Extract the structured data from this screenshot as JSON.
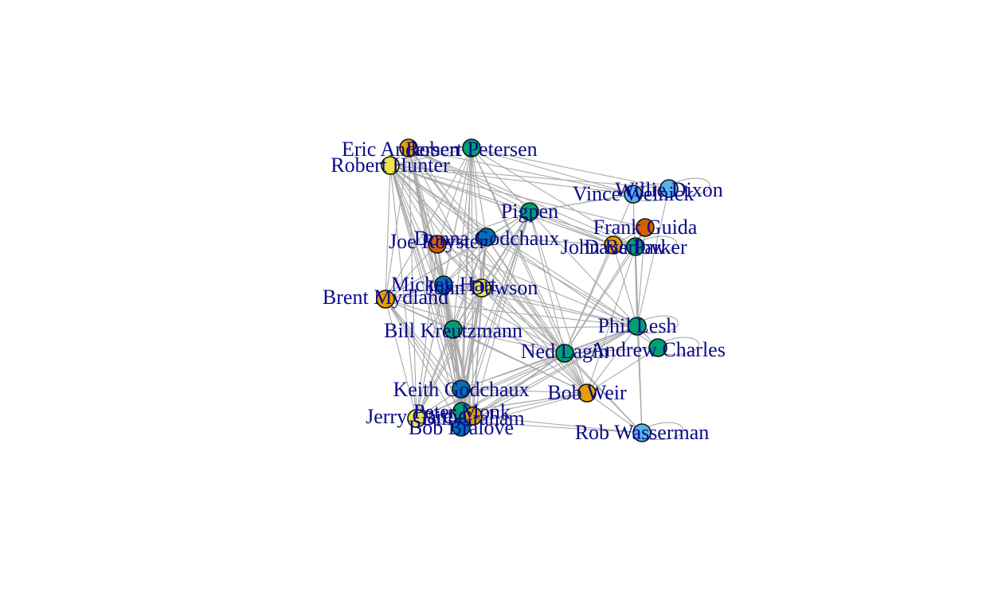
{
  "graph": {
    "type": "network",
    "colors": {
      "edge": "#a9a9a9",
      "label": "#0b0b8a",
      "node_stroke": "#111111",
      "groups": {
        "orange": "#e69f00",
        "green": "#009e73",
        "yellow": "#f0e442",
        "blue": "#0072b2",
        "vermillion": "#d55e00",
        "skyblue": "#56b4e9"
      }
    },
    "nodes": [
      {
        "label": "Eric Andersen",
        "group": "orange"
      },
      {
        "label": "Robert Petersen",
        "group": "green"
      },
      {
        "label": "Robert Hunter",
        "group": "yellow"
      },
      {
        "label": "Willie Dixon",
        "group": "skyblue"
      },
      {
        "label": "Vince Welnick",
        "group": "skyblue"
      },
      {
        "label": "Pigpen",
        "group": "green"
      },
      {
        "label": "Frank Guida",
        "group": "vermillion"
      },
      {
        "label": "Donna Godchaux",
        "group": "blue"
      },
      {
        "label": "Joe Royster",
        "group": "vermillion"
      },
      {
        "label": "John Barlow",
        "group": "orange"
      },
      {
        "label": "Dave Parker",
        "group": "green"
      },
      {
        "label": "Mickey Hart",
        "group": "blue"
      },
      {
        "label": "John Dawson",
        "group": "yellow"
      },
      {
        "label": "Brent Mydland",
        "group": "orange"
      },
      {
        "label": "Phil Lesh",
        "group": "green"
      },
      {
        "label": "Bill Kreutzmann",
        "group": "green"
      },
      {
        "label": "Ned Lagin",
        "group": "green"
      },
      {
        "label": "Andrew Charles",
        "group": "green"
      },
      {
        "label": "Keith Godchaux",
        "group": "blue"
      },
      {
        "label": "Bob Weir",
        "group": "orange"
      },
      {
        "label": "Peter Monk",
        "group": "green"
      },
      {
        "label": "Jerry Garcia",
        "group": "yellow"
      },
      {
        "label": "Bill Graham",
        "group": "orange"
      },
      {
        "label": "Bob Bralove",
        "group": "blue"
      },
      {
        "label": "Rob Wasserman",
        "group": "skyblue"
      }
    ]
  }
}
